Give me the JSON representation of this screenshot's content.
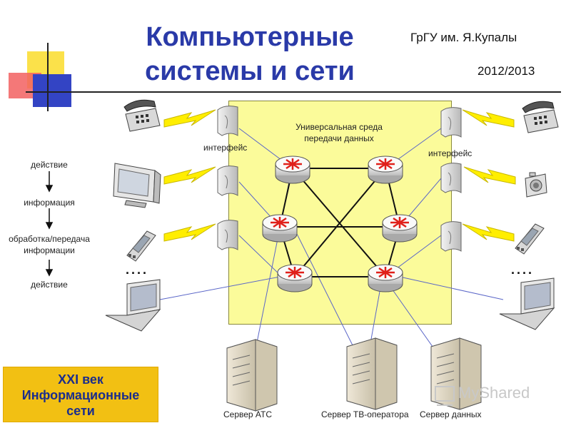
{
  "header": {
    "title_line1": "Компьютерные",
    "title_line2": "системы и сети",
    "organization": "ГрГУ им. Я.Купалы",
    "year": "2012/2013"
  },
  "network": {
    "label_line1": "Универсальная среда",
    "label_line2": "передачи данных",
    "interface_label": "интерфейс"
  },
  "flow": {
    "steps": [
      "действие",
      "информация",
      "обработка/передача",
      "информации",
      "действие"
    ]
  },
  "endpoints": {
    "ellipsis": "...."
  },
  "servers": {
    "pbx_label": "Сервер АТС",
    "tv_label": "Сервер ТВ-оператора",
    "data_label": "Сервер данных"
  },
  "banner": {
    "line1": "XXI век",
    "line2": "Информационные",
    "line3": "сети"
  },
  "watermark": {
    "text": "MyShared"
  },
  "colors": {
    "title": "#2a3aa8",
    "env_fill": "#fbfb9a",
    "banner_fill": "#f2c013",
    "banner_text": "#1b2d8c",
    "lightning": "#ffee00",
    "link_blue": "#5a66c8"
  }
}
